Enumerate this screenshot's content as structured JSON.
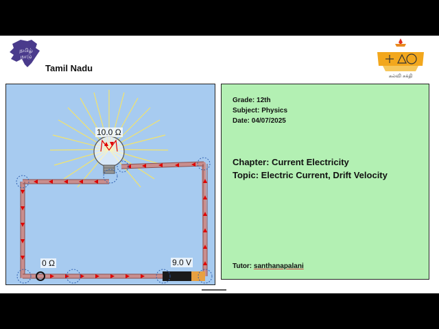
{
  "header": {
    "region_name": "Tamil Nadu",
    "region_logo_text_line1": "தமிழ்",
    "region_logo_text_line2": "நாடு",
    "brand_caption": "கல்வி சக்தி"
  },
  "simulation": {
    "bulb_resistance": "10.0 Ω",
    "switch_resistance": "0 Ω",
    "battery_voltage": "9.0 V",
    "colors": {
      "background": "#a7cbf0",
      "wire": "#d99a9a",
      "current_arrow": "#e00000",
      "battery": "#1a1a1a",
      "battery_end": "#e8a040"
    }
  },
  "info": {
    "grade": "Grade:  12th",
    "subject": "Subject: Physics",
    "date": "Date:  04/07/2025",
    "chapter": "Chapter: Current Electricity",
    "topic": "Topic:  Electric Current, Drift Velocity",
    "tutor_label": "Tutor: ",
    "tutor_name": "santhanapalani",
    "background": "#b3f0b3"
  }
}
